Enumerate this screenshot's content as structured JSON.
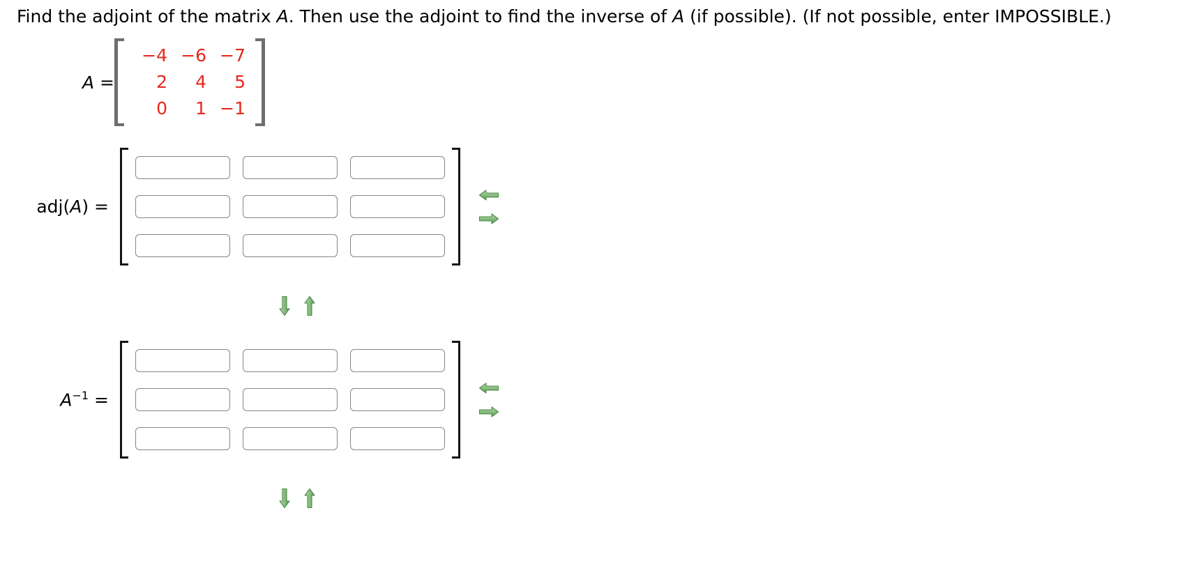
{
  "prompt": {
    "part1": "Find the adjoint of the matrix ",
    "var1": "A",
    "part2": ". Then use the adjoint to find the inverse of ",
    "var2": "A",
    "part3": " (if possible). (If not possible, enter IMPOSSIBLE.)"
  },
  "given": {
    "label_var": "A",
    "label_eq": " = ",
    "matrix": [
      [
        "−4",
        "−6",
        "−7"
      ],
      [
        "2",
        "4",
        "5"
      ],
      [
        "0",
        "1",
        "−1"
      ]
    ],
    "value_color": "#e8271c",
    "bracket_color": "#6e6e6e"
  },
  "adjoint": {
    "label_text": "adj(",
    "label_var": "A",
    "label_suffix": ") = ",
    "inputs": [
      [
        "",
        "",
        ""
      ],
      [
        "",
        "",
        ""
      ],
      [
        "",
        "",
        ""
      ]
    ],
    "placeholder": "",
    "bracket_color": "#141414"
  },
  "inverse": {
    "label_var": "A",
    "label_sup": "−1",
    "label_eq": " = ",
    "inputs": [
      [
        "",
        "",
        ""
      ],
      [
        "",
        "",
        ""
      ],
      [
        "",
        "",
        ""
      ]
    ],
    "placeholder": "",
    "bracket_color": "#141414"
  },
  "arrows": {
    "left_icon": "arrow-left-icon",
    "right_icon": "arrow-right-icon",
    "down_icon": "arrow-down-icon",
    "up_icon": "arrow-up-icon",
    "color": "#6aa765",
    "color_light": "#a9d3a3",
    "color_dark": "#4e8a4a"
  }
}
